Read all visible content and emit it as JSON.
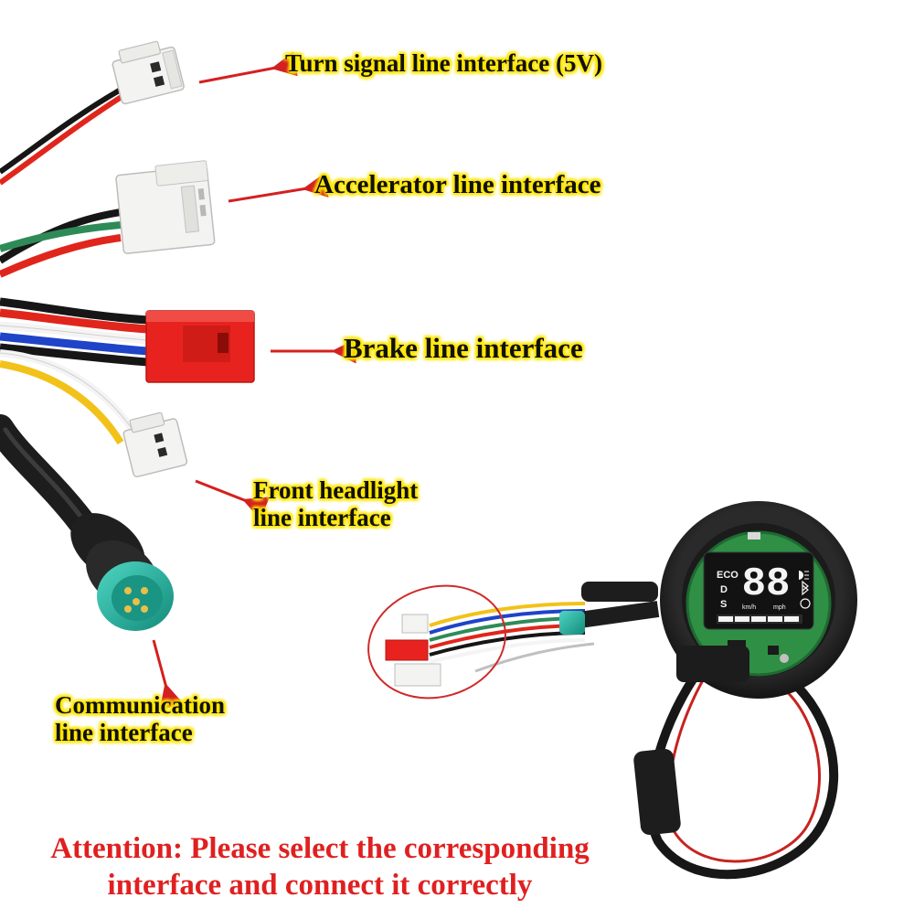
{
  "labels": {
    "turn_signal": "Turn signal line interface (5V)",
    "accelerator": "Accelerator line interface",
    "brake": "Brake line interface",
    "headlight_line1": "Front headlight",
    "headlight_line2": "line interface",
    "communication_line1": "Communication",
    "communication_line2": "line interface"
  },
  "attention": {
    "line1": "Attention: Please select the corresponding",
    "line2": "interface and connect it correctly"
  },
  "display": {
    "speed": "88",
    "mode_eco": "ECO",
    "mode_d": "D",
    "mode_s": "S",
    "unit_kmh": "km/h",
    "unit_mph": "mph"
  },
  "colors": {
    "label_highlight": "#ffe600",
    "attention_text": "#e02020",
    "arrow": "#d42020",
    "wire_red": "#e0261c",
    "wire_black": "#161616",
    "wire_green": "#2e8b57",
    "wire_blue": "#1f44c8",
    "wire_yellow": "#f2c21a",
    "wire_white": "#f4f4f4",
    "connector_red": "#e8231f",
    "connector_white": "#f3f3f1",
    "connector_teal": "#22b3a0",
    "pcb_green": "#2f8f45"
  },
  "icons": {
    "turn_signal_connector": "white-2pin-connector",
    "accelerator_connector": "white-3pin-connector",
    "brake_connector": "red-2pin-connector",
    "headlight_connector": "white-2pin-connector",
    "communication_connector": "teal-round-5pin-plug",
    "dashboard": "round-lcd-dashboard"
  }
}
